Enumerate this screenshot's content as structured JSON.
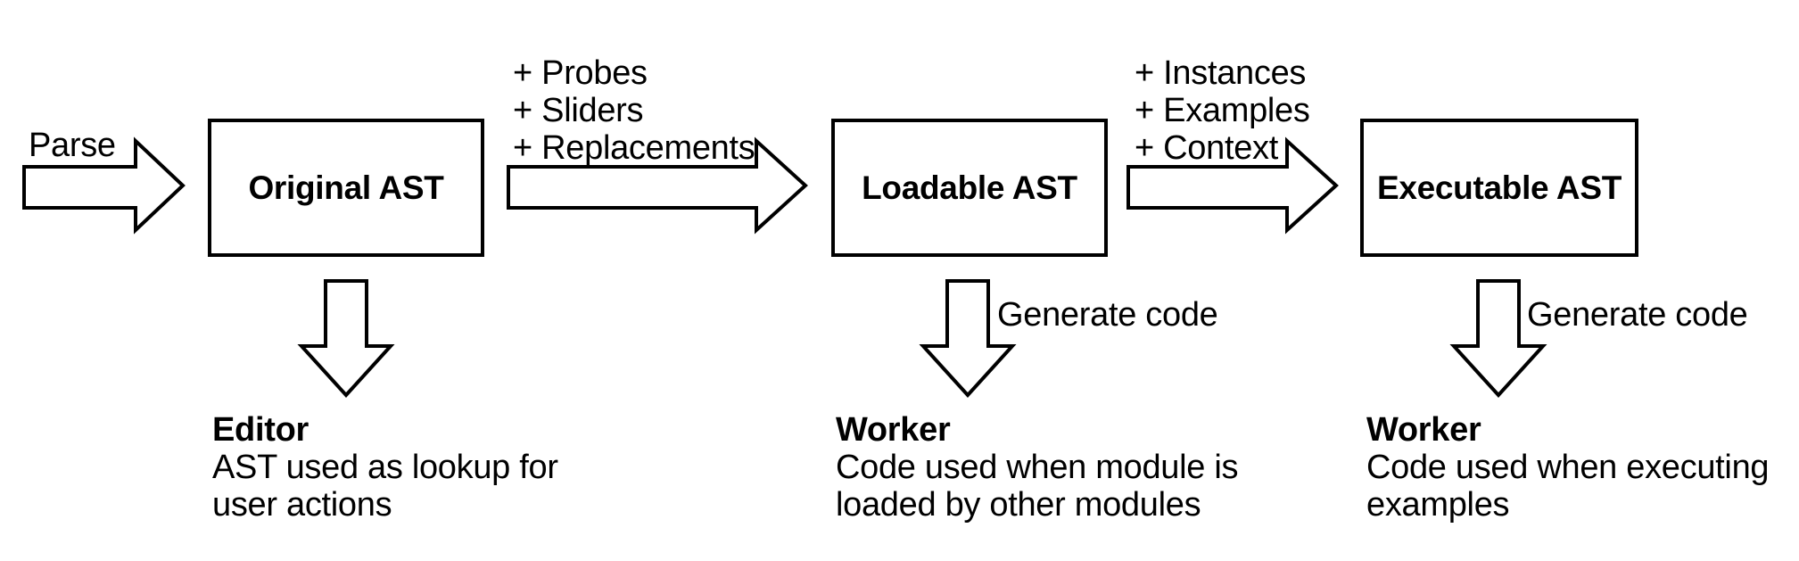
{
  "diagram": {
    "colors": {
      "stroke": "#000000",
      "background": "#ffffff",
      "text": "#000000"
    },
    "parse_label": "Parse",
    "boxes": [
      {
        "label": "Original AST"
      },
      {
        "label": "Loadable AST"
      },
      {
        "label": "Executable AST"
      }
    ],
    "transform_to_loadable": {
      "lines": [
        "+ Probes",
        "+ Sliders",
        "+ Replacements"
      ]
    },
    "transform_to_executable": {
      "lines": [
        "+ Instances",
        "+ Examples",
        "+ Context"
      ]
    },
    "generate_code": {
      "loadable_label": "Generate code",
      "executable_label": "Generate code"
    },
    "outputs": [
      {
        "title": "Editor",
        "line1": "AST used as lookup for",
        "line2": "user actions"
      },
      {
        "title": "Worker",
        "line1": "Code used when module is",
        "line2": "loaded by other modules"
      },
      {
        "title": "Worker",
        "line1": "Code used when executing",
        "line2": "examples"
      }
    ]
  }
}
